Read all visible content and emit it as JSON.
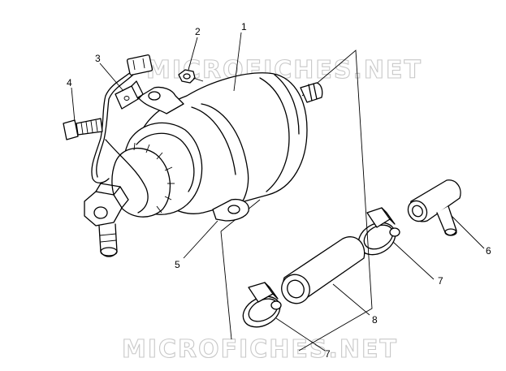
{
  "watermark": {
    "text": "MICROFICHES.NET"
  },
  "callouts": [
    {
      "id": "c1",
      "label": "1",
      "part": "fuel-pump-body"
    },
    {
      "id": "c2",
      "label": "2",
      "part": "nut"
    },
    {
      "id": "c3",
      "label": "3",
      "part": "connector-bracket"
    },
    {
      "id": "c4",
      "label": "4",
      "part": "bolt"
    },
    {
      "id": "c5",
      "label": "5",
      "part": "mounting-band"
    },
    {
      "id": "c6",
      "label": "6",
      "part": "elbow-fitting"
    },
    {
      "id": "c7a",
      "label": "7",
      "part": "hose-clamp"
    },
    {
      "id": "c7b",
      "label": "7",
      "part": "hose-clamp"
    },
    {
      "id": "c8",
      "label": "8",
      "part": "fuel-hose"
    }
  ]
}
